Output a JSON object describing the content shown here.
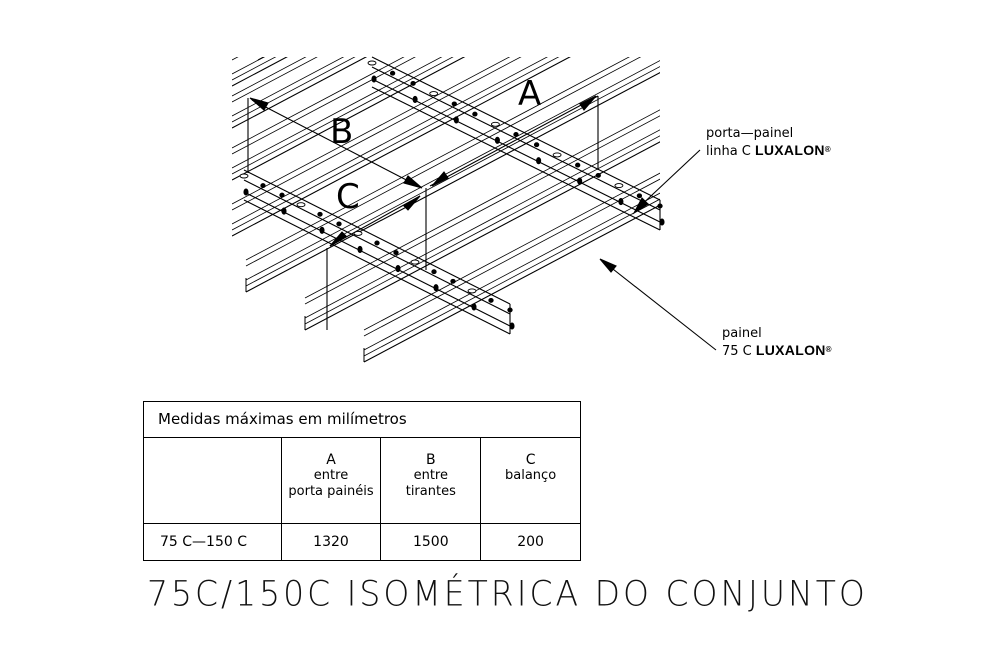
{
  "drawing": {
    "dimension_labels": {
      "a": "A",
      "b": "B",
      "c": "C"
    },
    "leaders": {
      "carrier": {
        "line1": "porta—painel",
        "line2_prefix": "linha C",
        "brand": "LUXALON",
        "brand_mark": "®"
      },
      "panel": {
        "line1": "painel",
        "line2_prefix": "75 C",
        "brand": "LUXALON",
        "brand_mark": "®"
      }
    }
  },
  "table": {
    "caption": "Medidas máximas em milímetros",
    "columns": [
      {
        "letter": "A",
        "line1": "entre",
        "line2": "porta painéis"
      },
      {
        "letter": "B",
        "line1": "entre",
        "line2": "tirantes"
      },
      {
        "letter": "C",
        "line1": "balanço",
        "line2": ""
      }
    ],
    "rows": [
      {
        "label": "75 C—150 C",
        "values": [
          "1320",
          "1500",
          "200"
        ]
      }
    ]
  },
  "title": "75C/150C ISOMÉTRICA DO CONJUNTO"
}
